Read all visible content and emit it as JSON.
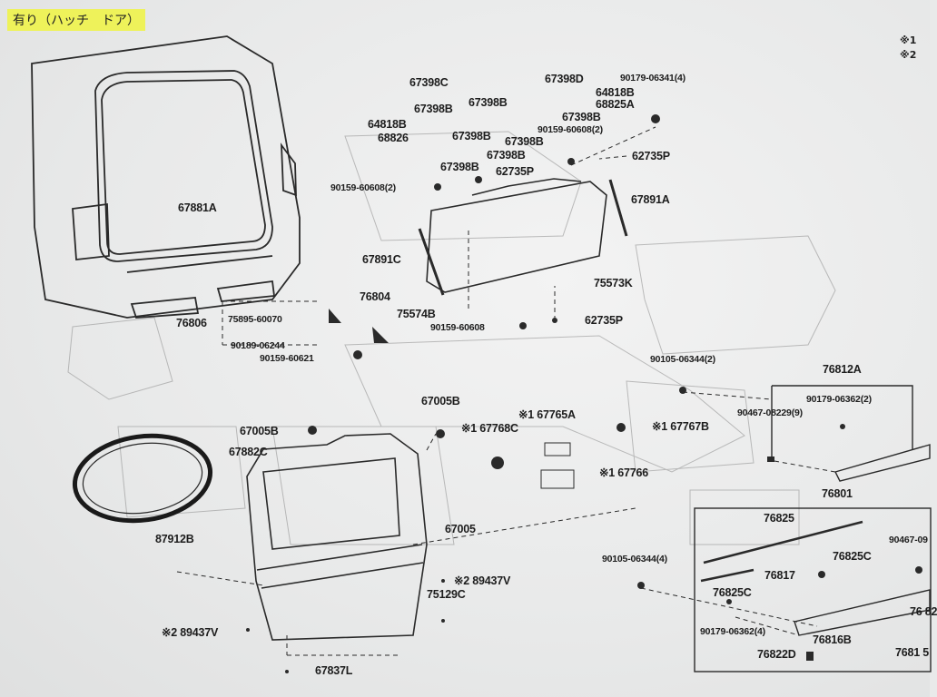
{
  "page_title": "有り（ハッチ　ドア）",
  "corner_markers": [
    "※1",
    "※2"
  ],
  "part_labels": {
    "p67398C": "67398C",
    "p67398D": "67398D",
    "p90179_06341_4": "90179-06341(4)",
    "p64818B_top": "64818B",
    "p68825A": "68825A",
    "p67398B_a": "67398B",
    "p67398B_b": "67398B",
    "p67398B_c": "67398B",
    "p64818B_left": "64818B",
    "p68826": "68826",
    "p67398B_d": "67398B",
    "p67398B_e": "67398B",
    "p90159_60608_2_top": "90159-60608(2)",
    "p67398B_f": "67398B",
    "p62735P_a": "62735P",
    "p62735P_b": "62735P",
    "p90159_60608_2_left": "90159-60608(2)",
    "p67891A": "67891A",
    "p67881A": "67881A",
    "p67891C": "67891C",
    "p75573K": "75573K",
    "p76804": "76804",
    "p75574B": "75574B",
    "p76806": "76806",
    "p75895_60070": "75895-60070",
    "p90159_60608": "90159-60608",
    "p62735P_c": "62735P",
    "p90189_06244": "90189-06244",
    "p90159_60621": "90159-60621",
    "p90105_06344_2": "90105-06344(2)",
    "p76812A": "76812A",
    "p67005B_a": "67005B",
    "p90179_06362_2": "90179-06362(2)",
    "p67765A": "※1 67765A",
    "p67768C": "※1 67768C",
    "p67767B": "※1 67767B",
    "p90467_08229_9": "90467-08229(9)",
    "p67005B_b": "67005B",
    "p67882C": "67882C",
    "p67766": "※1 67766",
    "p76801": "76801",
    "p76825": "76825",
    "p90467_09": "90467-09",
    "p67005": "67005",
    "p87912B": "87912B",
    "p90105_06344_4": "90105-06344(4)",
    "p76825C_right": "76825C",
    "p76817": "76817",
    "p89437V_a": "※2 89437V",
    "p75129C": "75129C",
    "p76825C_left": "76825C",
    "p76_82": "76 82",
    "p89437V_b": "※2 89437V",
    "p90179_06362_4": "90179-06362(4)",
    "p76816B": "76816B",
    "p76822D": "76822D",
    "p76815": "7681 5",
    "p67837L": "67837L"
  }
}
